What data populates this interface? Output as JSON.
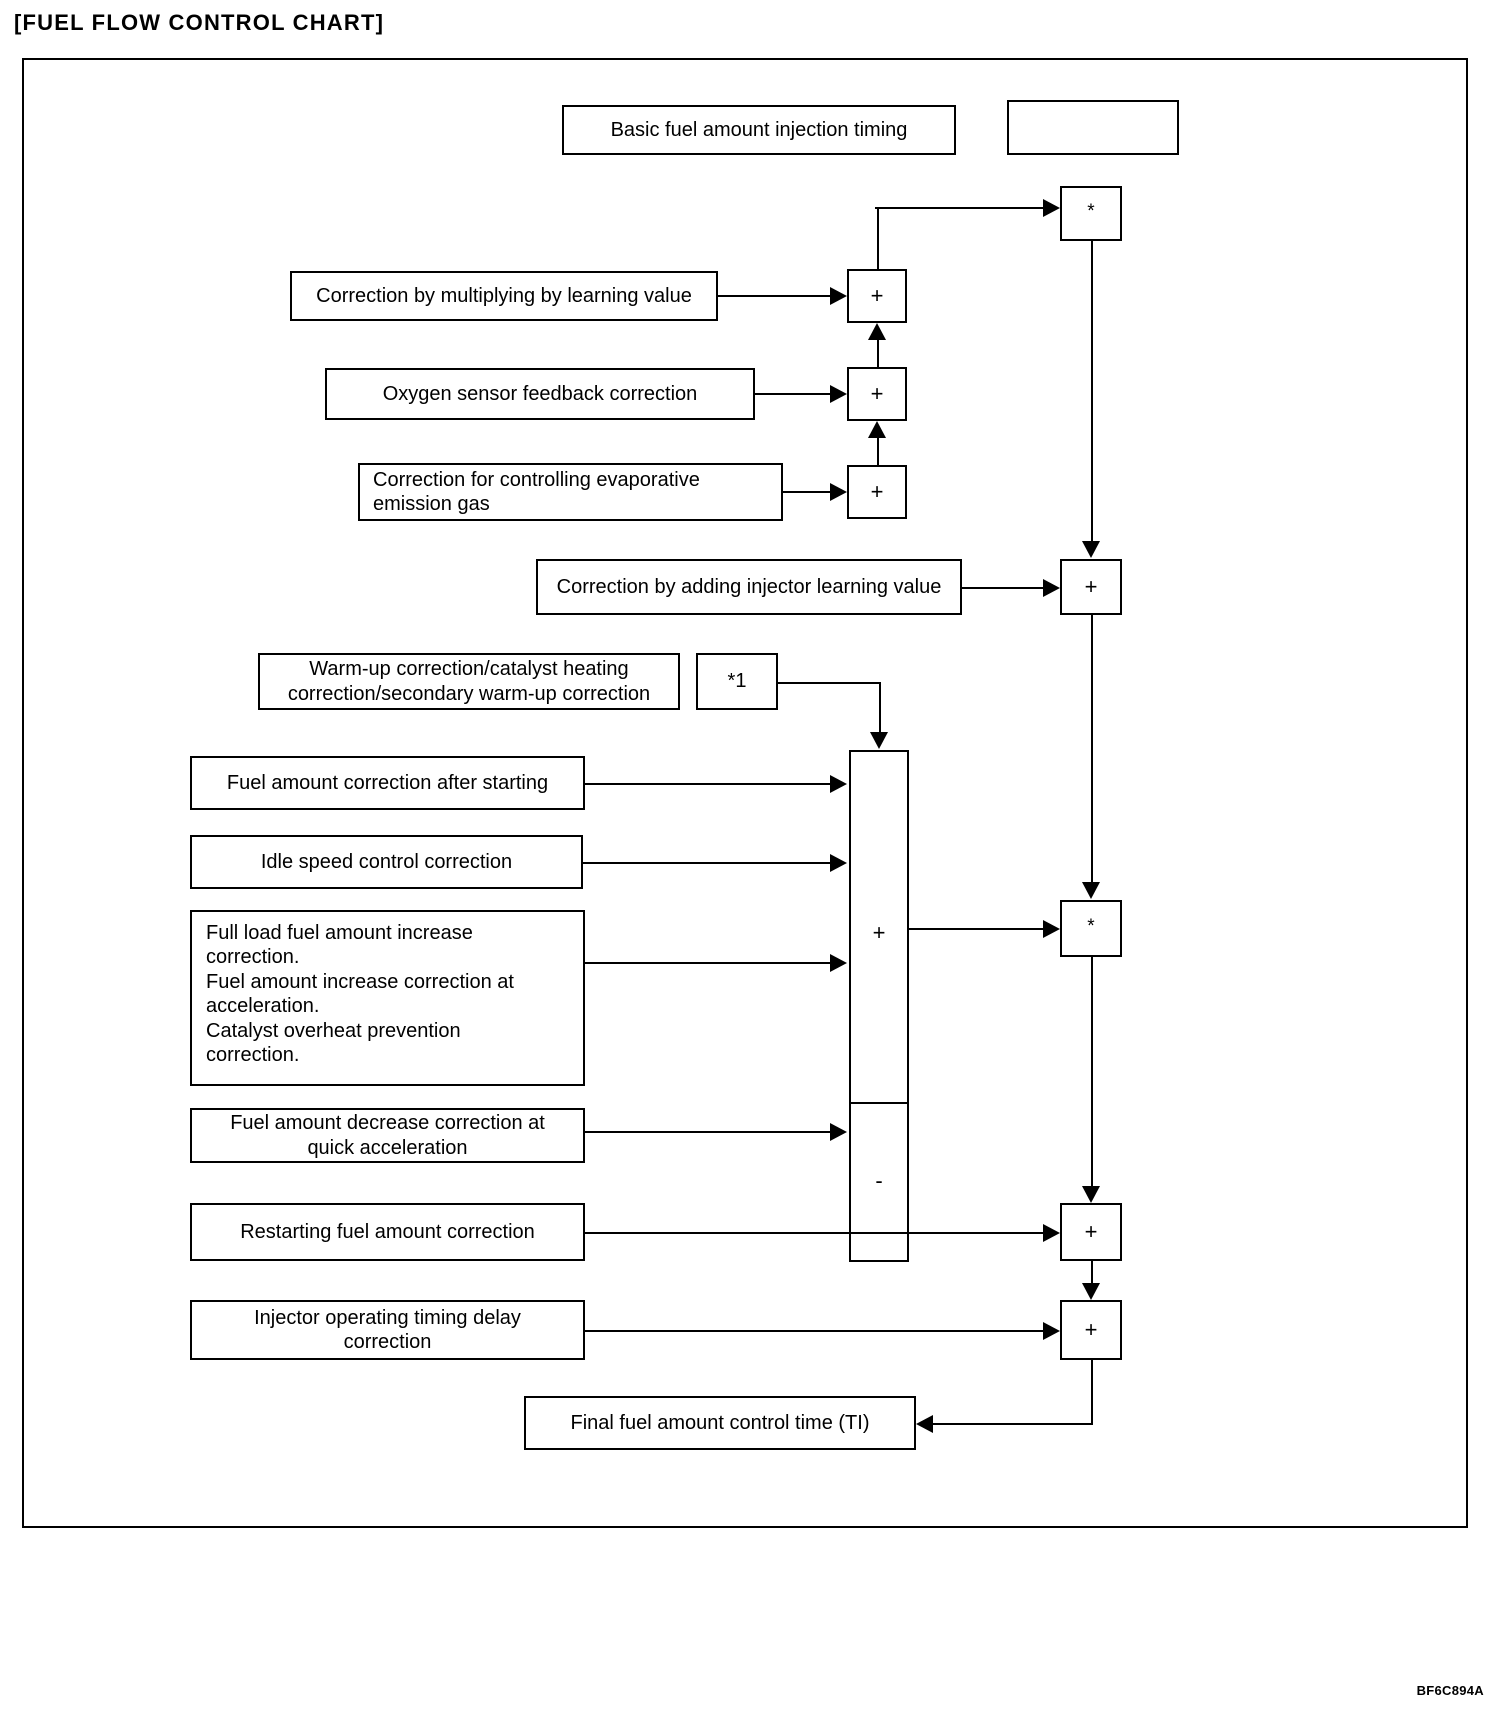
{
  "page": {
    "title": "[FUEL FLOW CONTROL CHART]",
    "watermark": "BF6C894A"
  },
  "chart_data": {
    "type": "diagram",
    "title": "[FUEL FLOW CONTROL CHART]",
    "description": "Fuel flow control signal-flow chart: correction terms combine into the final fuel amount control time (TI).",
    "nodes": [
      {
        "id": "basic",
        "label": "Basic fuel amount injection timing"
      },
      {
        "id": "blank",
        "label": ""
      },
      {
        "id": "learn_mult",
        "label": "Correction by multiplying by learning value"
      },
      {
        "id": "o2",
        "label": "Oxygen sensor feedback correction"
      },
      {
        "id": "evap",
        "label": "Correction for controlling evaporative\nemission gas"
      },
      {
        "id": "inj_learn",
        "label": "Correction by adding injector learning value"
      },
      {
        "id": "warmup",
        "label": "Warm-up correction/catalyst heating\ncorrection/secondary warm-up correction"
      },
      {
        "id": "star1",
        "label": "*1"
      },
      {
        "id": "after_start",
        "label": "Fuel amount correction after starting"
      },
      {
        "id": "idle",
        "label": "Idle speed control correction"
      },
      {
        "id": "fullload",
        "label": "Full load fuel amount increase\ncorrection.\nFuel amount increase correction at\nacceleration.\nCatalyst overheat prevention\ncorrection."
      },
      {
        "id": "decrease",
        "label": "Fuel amount decrease correction at\nquick acceleration"
      },
      {
        "id": "restart",
        "label": "Restarting fuel amount correction"
      },
      {
        "id": "inj_delay",
        "label": "Injector operating timing delay\ncorrection"
      },
      {
        "id": "final",
        "label": "Final fuel amount control time (TI)"
      }
    ],
    "operators": [
      {
        "id": "op_mult_top",
        "symbol": "*"
      },
      {
        "id": "op_plus_learn",
        "symbol": "+"
      },
      {
        "id": "op_plus_o2",
        "symbol": "+"
      },
      {
        "id": "op_plus_evap",
        "symbol": "+"
      },
      {
        "id": "op_plus_inj",
        "symbol": "+"
      },
      {
        "id": "op_sum_plus",
        "symbol": "+"
      },
      {
        "id": "op_sum_minus",
        "symbol": "-"
      },
      {
        "id": "op_mult_mid",
        "symbol": "*"
      },
      {
        "id": "op_plus_restart",
        "symbol": "+"
      },
      {
        "id": "op_plus_delay",
        "symbol": "+"
      }
    ],
    "edges": [
      {
        "from": "learn_mult",
        "to": "op_plus_learn"
      },
      {
        "from": "o2",
        "to": "op_plus_o2"
      },
      {
        "from": "evap",
        "to": "op_plus_evap"
      },
      {
        "from": "op_plus_evap",
        "to": "op_plus_o2"
      },
      {
        "from": "op_plus_o2",
        "to": "op_plus_learn"
      },
      {
        "from": "op_plus_learn",
        "to": "op_mult_top"
      },
      {
        "from": "op_mult_top",
        "to": "op_plus_inj"
      },
      {
        "from": "inj_learn",
        "to": "op_plus_inj"
      },
      {
        "from": "op_plus_inj",
        "to": "op_mult_mid"
      },
      {
        "from": "star1",
        "to": "op_sum_plus"
      },
      {
        "from": "after_start",
        "to": "op_sum_plus"
      },
      {
        "from": "idle",
        "to": "op_sum_plus"
      },
      {
        "from": "fullload",
        "to": "op_sum_plus"
      },
      {
        "from": "decrease",
        "to": "op_sum_minus"
      },
      {
        "from": "op_sum_plus",
        "to": "op_mult_mid"
      },
      {
        "from": "op_mult_mid",
        "to": "op_plus_restart"
      },
      {
        "from": "restart",
        "to": "op_plus_restart"
      },
      {
        "from": "op_plus_restart",
        "to": "op_plus_delay"
      },
      {
        "from": "inj_delay",
        "to": "op_plus_delay"
      },
      {
        "from": "op_plus_delay",
        "to": "final"
      }
    ]
  }
}
